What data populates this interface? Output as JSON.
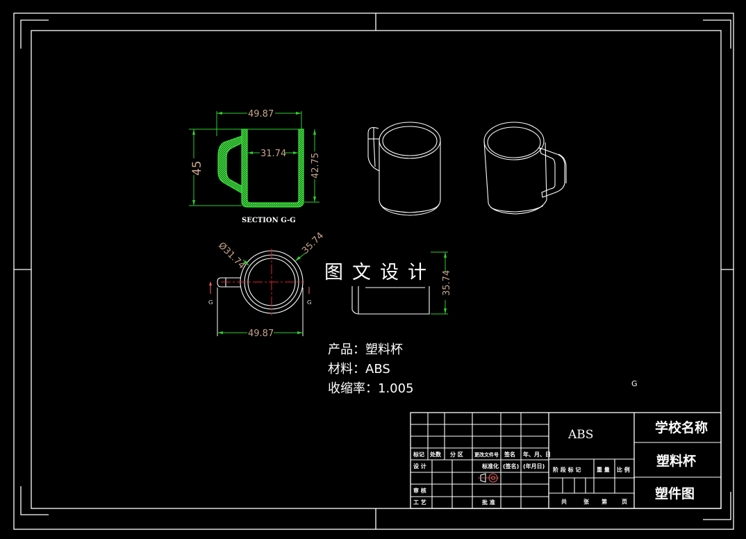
{
  "sheet": {
    "background": "#000000",
    "line_color": "#ffffff",
    "dimension_color": "#2fd12f",
    "dimension_text_color": "#c8a58a",
    "centerline_color": "#e0202a"
  },
  "section_view": {
    "title": "SECTION G-G",
    "dims": {
      "overall_width": "49.87",
      "inner_width": "31.74",
      "overall_height": "45",
      "inner_height": "42.75"
    }
  },
  "top_view": {
    "dims": {
      "inner_diameter": "Ø31.74",
      "outer_diameter": "35.74",
      "overall_width": "49.87"
    },
    "section_marks": [
      "G",
      "G"
    ]
  },
  "side_view": {
    "dims": {
      "height": "35.74"
    }
  },
  "watermark": "图文设计",
  "notes": {
    "product": "产品：塑料杯",
    "material": "材料：ABS",
    "shrinkage": "收缩率：1.005"
  },
  "stray_label": "G",
  "title_block": {
    "material": "ABS",
    "school": "学校名称",
    "part_name": "塑料杯",
    "drawing_type": "塑件图",
    "revision_header": [
      "标记",
      "处数",
      "分 区",
      "更改文件号",
      "签名",
      "年、月、日"
    ],
    "row_design": [
      "设 计",
      "",
      "",
      "标准化",
      "(签名)",
      "(年月日)"
    ],
    "row_review": "审 核",
    "row_process": "工 艺",
    "approve": "批 准",
    "stage_header": [
      "阶 段 标 记",
      "重 量",
      "比 例"
    ],
    "sheet_info": [
      "共",
      "张",
      "第",
      "页"
    ]
  }
}
